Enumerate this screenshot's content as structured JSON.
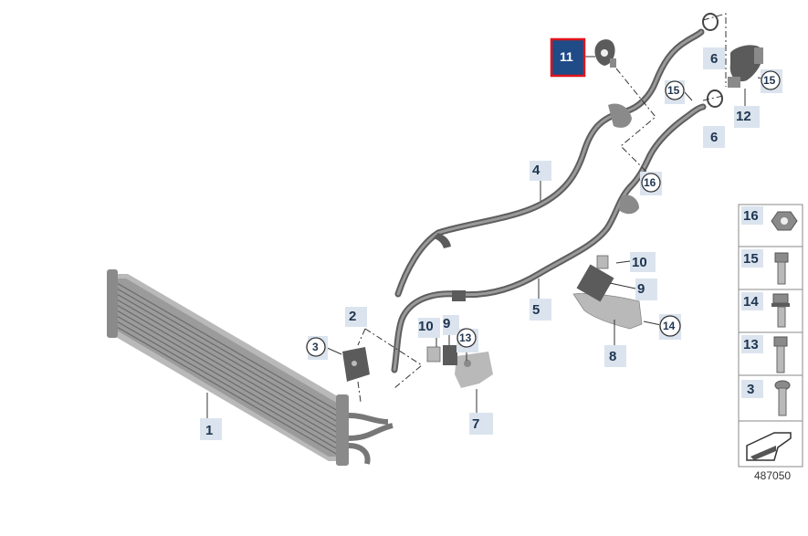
{
  "diagram": {
    "reference_number": "487050",
    "selected_label": "11",
    "labels": {
      "p1": "1",
      "p2": "2",
      "p4": "4",
      "p5": "5",
      "p6a": "6",
      "p6b": "6",
      "p7": "7",
      "p8": "8",
      "p9a": "9",
      "p9b": "9",
      "p10a": "10",
      "p10b": "10",
      "p12": "12"
    },
    "circled": {
      "c3": "3",
      "c13": "13",
      "c14": "14",
      "c15a": "15",
      "c15b": "15",
      "c16": "16"
    },
    "legend": [
      "16",
      "15",
      "14",
      "13",
      "3"
    ]
  }
}
